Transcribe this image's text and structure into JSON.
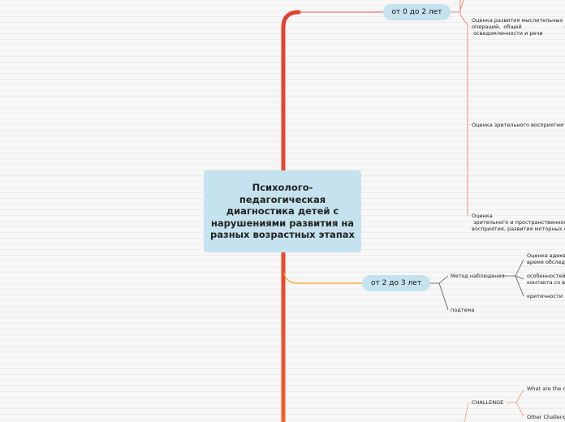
{
  "central_topic": "Психолого-педагогическая диагностика детей с нарушениями развития на разных возрастных этапах",
  "branches": [
    {
      "label": "от 0 до 2 лет",
      "children": [
        "Оценка развития мыслительных\nопераций,  общей\n осведомленности и речи",
        "Оценка зрительного восприятия",
        "Оценка\n зрительного и пространственного\nвосприятия, развития моторных ф"
      ]
    },
    {
      "label": "от 2 до 3 лет",
      "children": [
        {
          "label": "Метод наблюдения",
          "children": [
            "Оценка адекв\nвремя обслед",
            "особенностей\nконтакта со вз",
            "критичности"
          ]
        },
        {
          "label": "подтема"
        }
      ]
    },
    {
      "children": [
        {
          "label": "CHALLENGE",
          "children": [
            "What are the m",
            "Other Challeng"
          ]
        }
      ]
    }
  ],
  "colors": {
    "trunk": "#e0432f",
    "branch_top": "#e0432f",
    "branch_mid": "#f5a623",
    "node_fill": "#c5e3ef",
    "sub_line": "#444444"
  }
}
